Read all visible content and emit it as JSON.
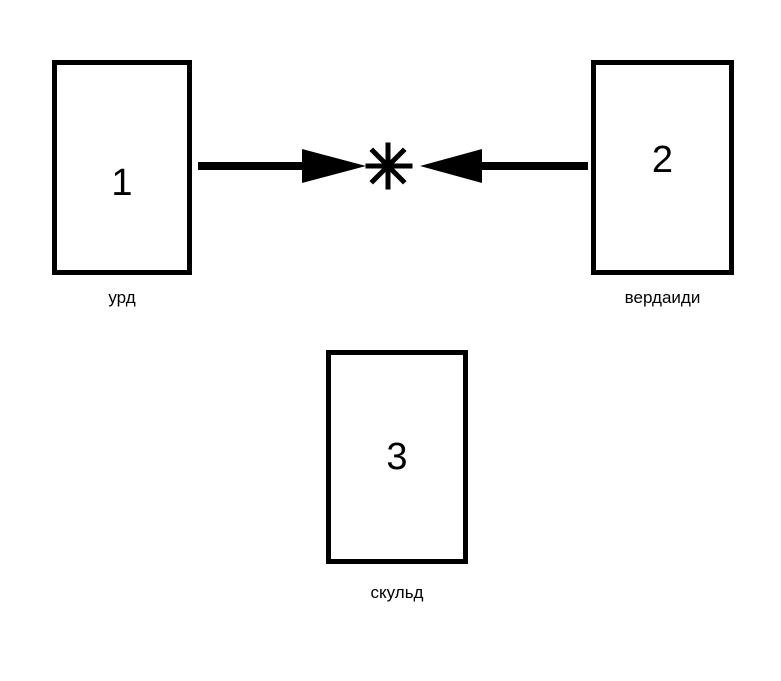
{
  "cards": [
    {
      "number": "1",
      "label": "урд"
    },
    {
      "number": "2",
      "label": "вердаиди"
    },
    {
      "number": "3",
      "label": "скульд"
    }
  ],
  "connector": {
    "center_symbol": "star-icon",
    "arrows": [
      "arrow-right-icon",
      "arrow-left-icon"
    ]
  },
  "colors": {
    "ink": "#000000",
    "background": "#ffffff"
  }
}
